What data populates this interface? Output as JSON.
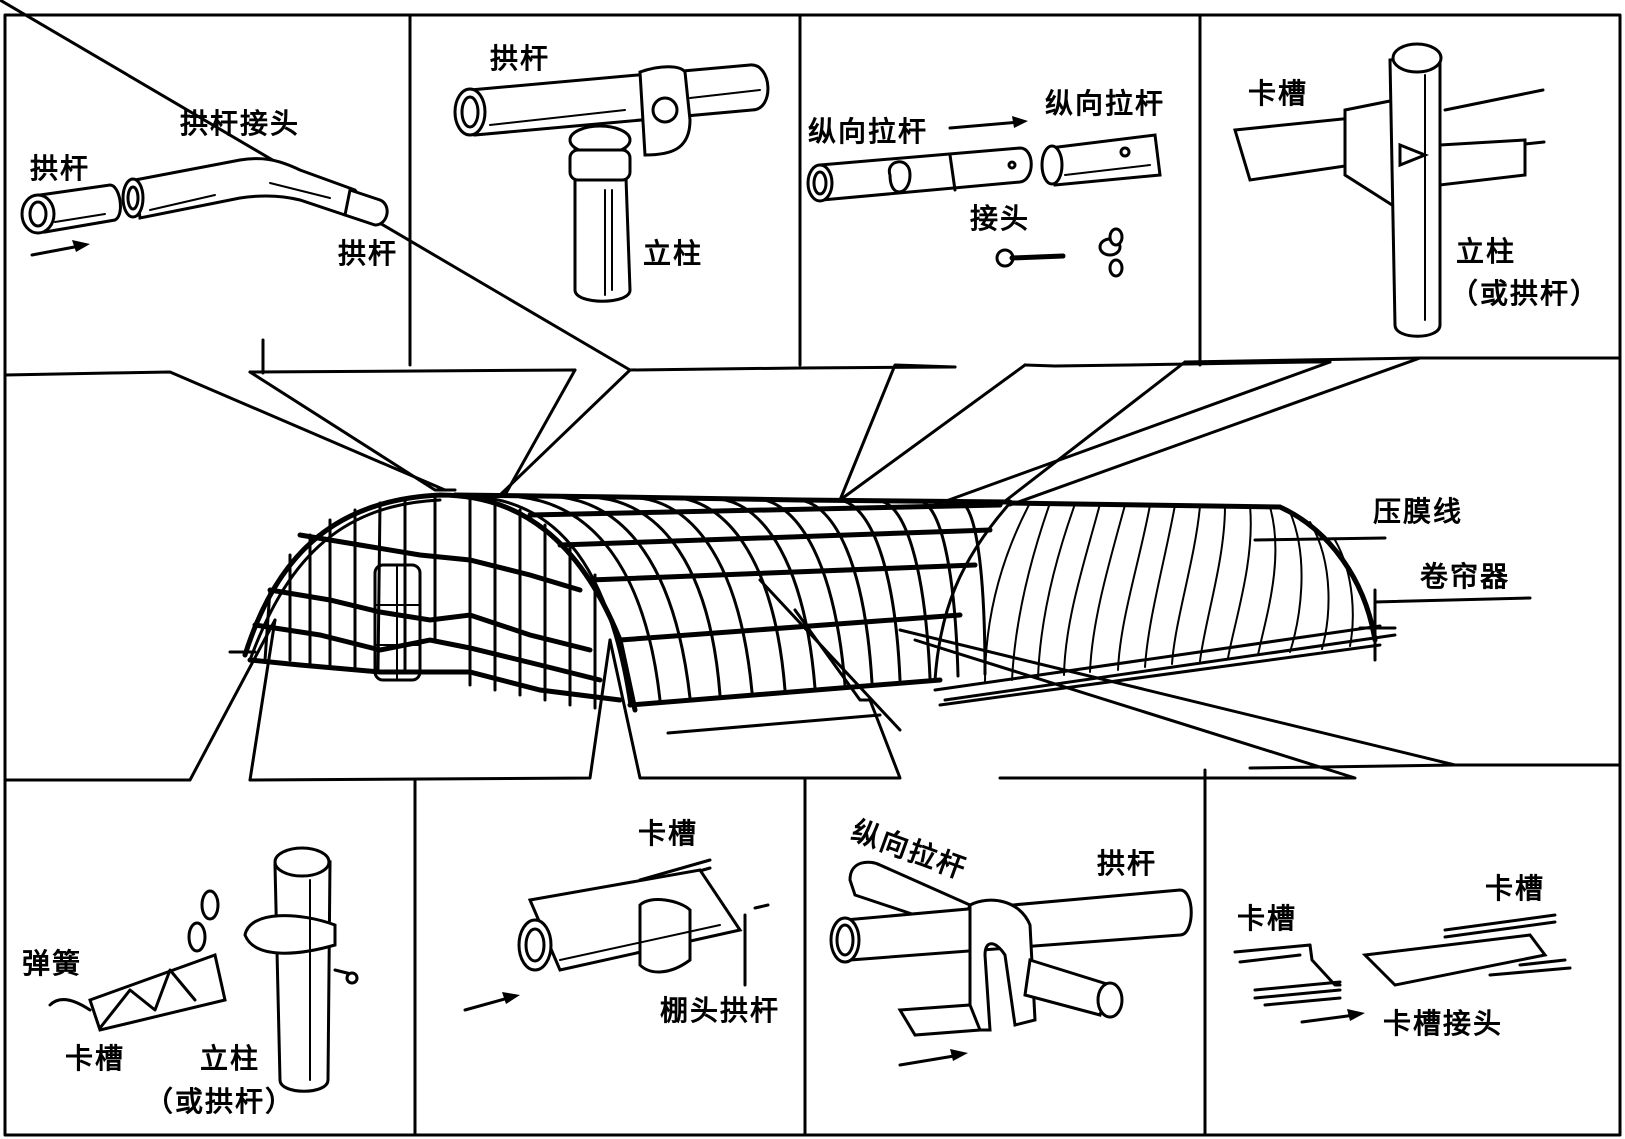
{
  "figure": {
    "title": "塑料大棚骨架连接件示意图",
    "colors": {
      "ink": "#000000",
      "paper": "#ffffff"
    },
    "center": {
      "labels": {
        "film_pressing_line": "压膜线",
        "curtain_roller": "卷帘器"
      }
    },
    "panels": {
      "top_1": {
        "arch_left": "拱杆",
        "arch_joint": "拱杆接头",
        "arch_right": "拱杆"
      },
      "top_2": {
        "arch": "拱杆",
        "column": "立柱"
      },
      "top_3": {
        "tie_rod_left": "纵向拉杆",
        "tie_rod_right": "纵向拉杆",
        "joint": "接头"
      },
      "top_4": {
        "clamp_slot": "卡槽",
        "column": "立柱",
        "or_arch": "（或拱杆）"
      },
      "bottom_1": {
        "spring": "弹簧",
        "clamp_slot": "卡槽",
        "column": "立柱",
        "or_arch": "（或拱杆）"
      },
      "bottom_2": {
        "clamp_slot": "卡槽",
        "gable_arch": "棚头拱杆"
      },
      "bottom_3": {
        "tie_rod": "纵向拉杆",
        "arch": "拱杆"
      },
      "bottom_4": {
        "clamp_slot_left": "卡槽",
        "clamp_slot_right": "卡槽",
        "slot_joint": "卡槽接头"
      }
    }
  }
}
